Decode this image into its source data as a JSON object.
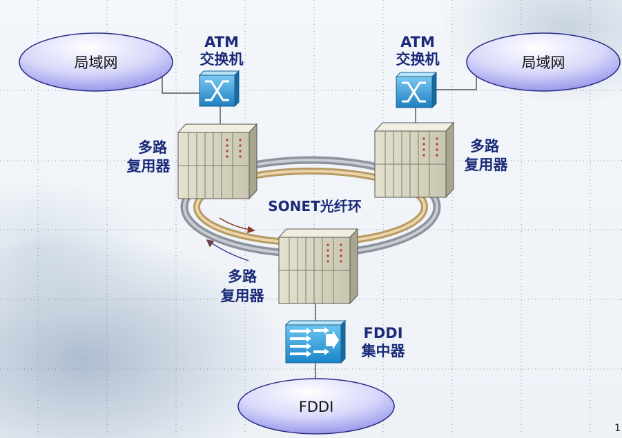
{
  "lan_left": {
    "label": "局域网"
  },
  "lan_right": {
    "label": "局域网"
  },
  "atm_left": {
    "label_line1": "ATM",
    "label_line2": "交换机"
  },
  "atm_right": {
    "label_line1": "ATM",
    "label_line2": "交换机"
  },
  "mux_left": {
    "label_line1": "多路",
    "label_line2": "复用器"
  },
  "mux_right": {
    "label_line1": "多路",
    "label_line2": "复用器"
  },
  "mux_bottom": {
    "label_line1": "多路",
    "label_line2": "复用器"
  },
  "ring": {
    "label": "SONET光纤环"
  },
  "fddi_concentrator": {
    "label_line1": "FDDI",
    "label_line2": "集中器"
  },
  "fddi_network": {
    "label": "FDDI"
  },
  "page": {
    "number": "1"
  },
  "colors": {
    "label_text": "#1a2a78",
    "ellipse_fill_light": "#ffffff",
    "ellipse_fill_dark": "#8f8fe8",
    "switch_blue": "#2a8fd0",
    "mux_body": "#d9d7c4",
    "ring_outer": "#9aa0a8",
    "ring_inner": "#c8a870"
  }
}
